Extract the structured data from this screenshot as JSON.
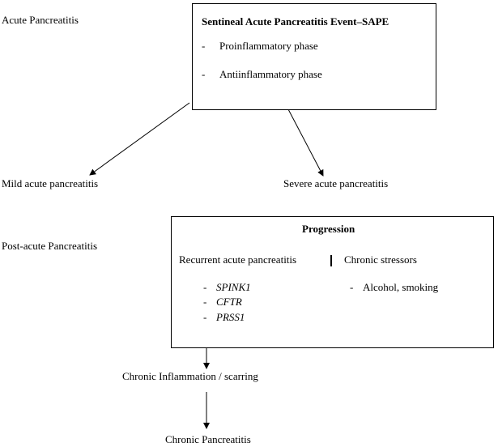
{
  "stages": {
    "acute_label": "Acute Pancreatitis",
    "post_acute_label": "Post-acute Pancreatitis"
  },
  "sape_box": {
    "title": "Sentineal Acute Pancreatitis Event–SAPE",
    "items": [
      {
        "bullet": "-",
        "text": "Proinflammatory phase"
      },
      {
        "bullet": "-",
        "text": "Antiinflammatory phase"
      }
    ]
  },
  "outcomes": {
    "mild": "Mild acute pancreatitis",
    "severe": "Severe acute pancreatitis"
  },
  "progression_box": {
    "title": "Progression",
    "left_heading": "Recurrent acute pancreatitis",
    "right_heading": "Chronic stressors",
    "left_items": [
      {
        "bullet": "-",
        "text": "SPINK1"
      },
      {
        "bullet": "-",
        "text": "CFTR"
      },
      {
        "bullet": "-",
        "text": "PRSS1"
      }
    ],
    "right_items": [
      {
        "bullet": "-",
        "text": "Alcohol, smoking"
      }
    ]
  },
  "downstream": {
    "inflammation": "Chronic Inflammation / scarring",
    "chronic": "Chronic Pancreatitis"
  }
}
